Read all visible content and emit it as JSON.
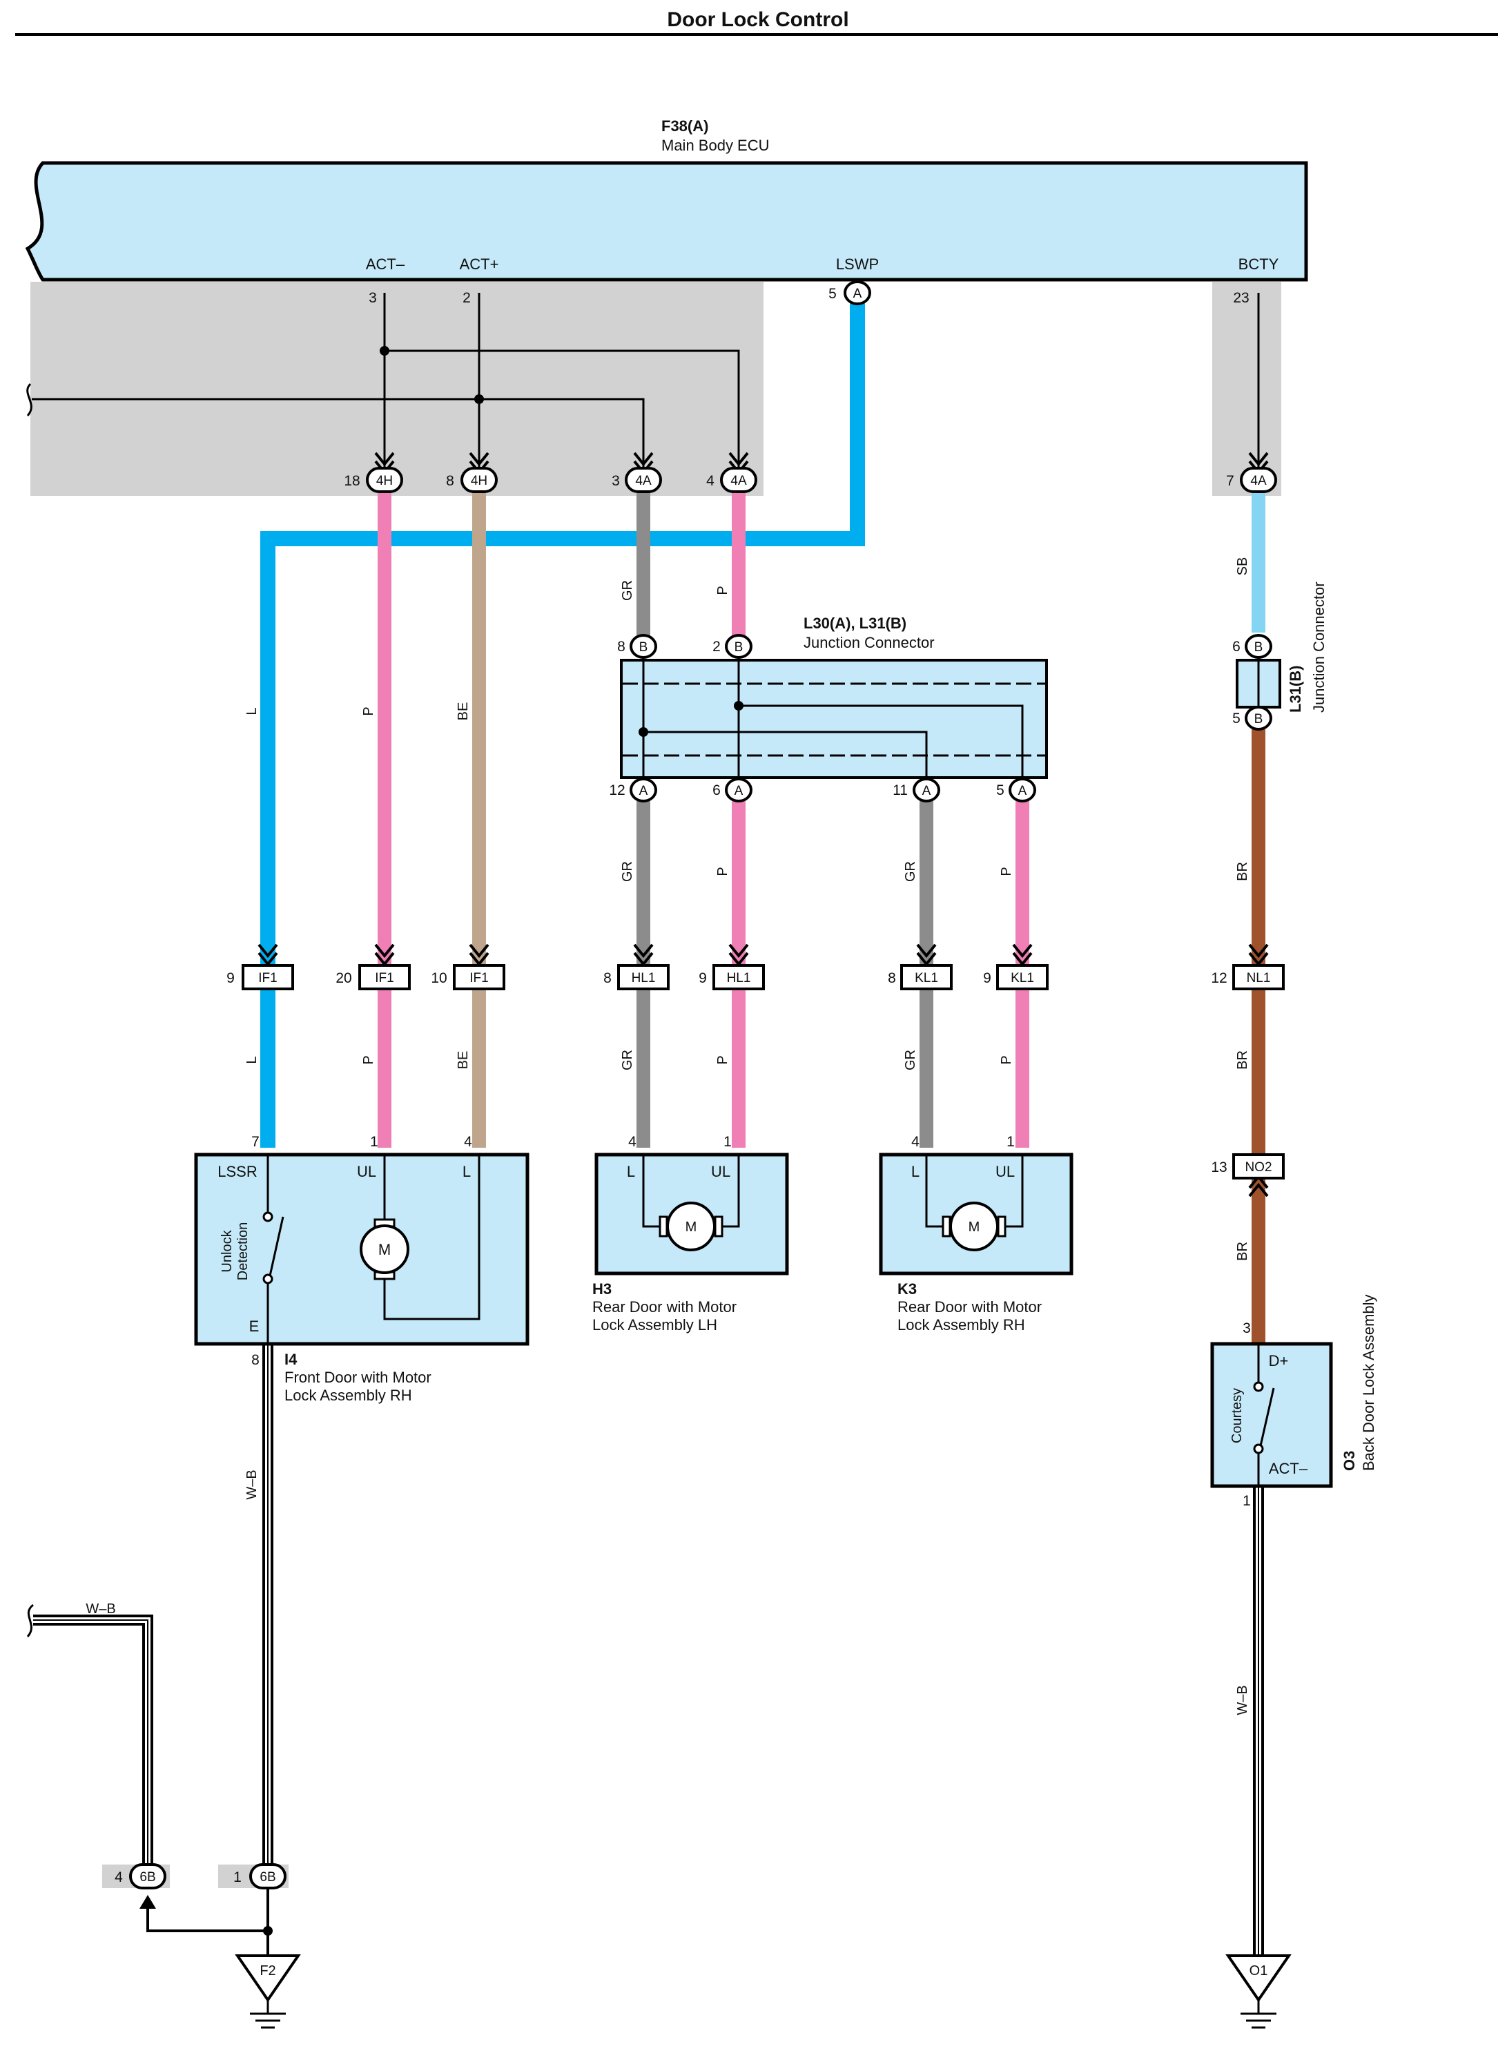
{
  "title": "Door Lock Control",
  "ecu": {
    "code": "F38(A)",
    "name": "Main Body ECU",
    "terminals": [
      "ACT–",
      "ACT+",
      "LSWP",
      "BCTY"
    ],
    "pins": [
      "3",
      "2",
      "5",
      "23"
    ],
    "pin_conn": "A"
  },
  "hub_connectors": [
    {
      "pin": "18",
      "code": "4H"
    },
    {
      "pin": "8",
      "code": "4H"
    },
    {
      "pin": "3",
      "code": "4A"
    },
    {
      "pin": "4",
      "code": "4A"
    },
    {
      "pin": "7",
      "code": "4A"
    }
  ],
  "junction": {
    "code": "L30(A), L31(B)",
    "name": "Junction Connector",
    "top_pins": [
      {
        "pin": "8",
        "conn": "B"
      },
      {
        "pin": "2",
        "conn": "B"
      }
    ],
    "bottom_pins": [
      {
        "pin": "12",
        "conn": "A"
      },
      {
        "pin": "6",
        "conn": "A"
      },
      {
        "pin": "11",
        "conn": "A"
      },
      {
        "pin": "5",
        "conn": "A"
      }
    ]
  },
  "junction_b": {
    "code": "L31(B)",
    "name": "Junction Connector",
    "pins": [
      {
        "pin": "6",
        "conn": "B"
      },
      {
        "pin": "5",
        "conn": "B"
      }
    ]
  },
  "wire_colors": {
    "L": "L",
    "P": "P",
    "BE": "BE",
    "GR": "GR",
    "SB": "SB",
    "BR": "BR",
    "WB": "W–B"
  },
  "inline_connectors": [
    {
      "pin": "9",
      "code": "IF1"
    },
    {
      "pin": "20",
      "code": "IF1"
    },
    {
      "pin": "10",
      "code": "IF1"
    },
    {
      "pin": "8",
      "code": "HL1"
    },
    {
      "pin": "9",
      "code": "HL1"
    },
    {
      "pin": "8",
      "code": "KL1"
    },
    {
      "pin": "9",
      "code": "KL1"
    },
    {
      "pin": "12",
      "code": "NL1"
    },
    {
      "pin": "13",
      "code": "NO2"
    }
  ],
  "i4": {
    "code": "I4",
    "name1": "Front Door with Motor",
    "name2": "Lock Assembly RH",
    "terms": [
      "LSSR",
      "UL",
      "L",
      "E"
    ],
    "pins": [
      "7",
      "1",
      "4",
      "8"
    ],
    "switch1": "Unlock",
    "switch2": "Detection",
    "motor": "M"
  },
  "h3": {
    "code": "H3",
    "name1": "Rear Door with Motor",
    "name2": "Lock Assembly LH",
    "terms": [
      "L",
      "UL"
    ],
    "pins": [
      "4",
      "1"
    ],
    "motor": "M"
  },
  "k3": {
    "code": "K3",
    "name1": "Rear Door with Motor",
    "name2": "Lock Assembly RH",
    "terms": [
      "L",
      "UL"
    ],
    "pins": [
      "4",
      "1"
    ],
    "motor": "M"
  },
  "o3": {
    "code": "O3",
    "name": "Back Door Lock Assembly",
    "terms": [
      "D+",
      "ACT–"
    ],
    "pins": [
      "3",
      "1"
    ],
    "switch": "Courtesy"
  },
  "ground_connectors": [
    {
      "pin": "4",
      "code": "6B"
    },
    {
      "pin": "1",
      "code": "6B"
    }
  ],
  "grounds": [
    "F2",
    "O1"
  ],
  "colors": {
    "blue_wire": "#00aeef",
    "pink_wire": "#f07fb6",
    "beige_wire": "#bfa58c",
    "gray_wire": "#8c8c8c",
    "skyblue_wire": "#84d4f4",
    "brown_wire": "#a0522d",
    "component_fill": "#c6e9f9",
    "shade": "#d2d2d3"
  }
}
